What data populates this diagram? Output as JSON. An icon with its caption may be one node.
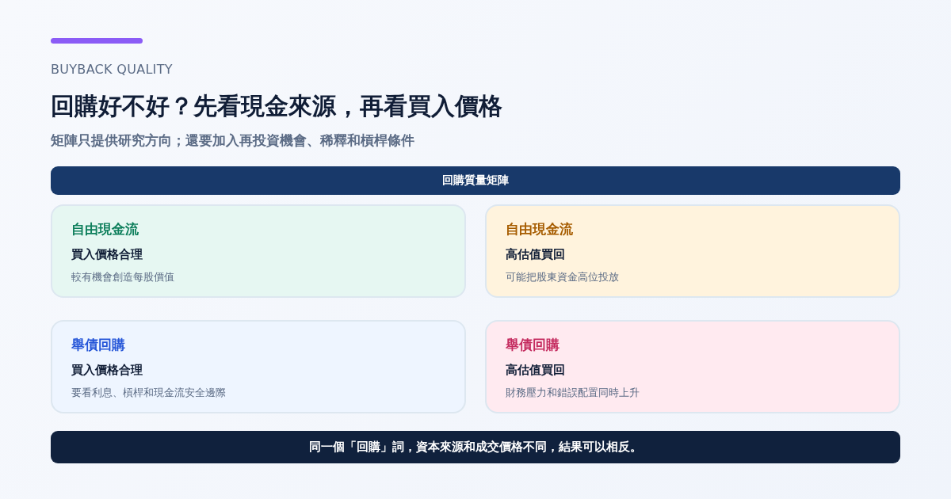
{
  "diagram": {
    "title": "回購好不好？先看現金來源，再看買入價格",
    "nodes": [
      {
        "text": [
          "回購質量矩陣"
        ]
      },
      {
        "text": [
          "自由現金流",
          "買入價格合理",
          "較有機會創造每股價值"
        ]
      },
      {
        "text": [
          "自由現金流",
          "高估值買回",
          "可能把股東資金高位投放"
        ]
      },
      {
        "text": [
          "舉債回購",
          "買入價格合理",
          "要看利息、槓桿和現金流安全邊際"
        ]
      },
      {
        "text": [
          "舉債回購",
          "高估值買回",
          "財務壓力和錯誤配置同時上升"
        ]
      },
      {
        "text": [
          "同一個「回購」詞，資本來源和成交價格不同，結果可以相反。"
        ]
      }
    ],
    "labels": [
      "BUYBACK QUALITY",
      "矩陣只提供研究方向；還要加入再投資機會、稀釋和槓桿條件"
    ]
  }
}
